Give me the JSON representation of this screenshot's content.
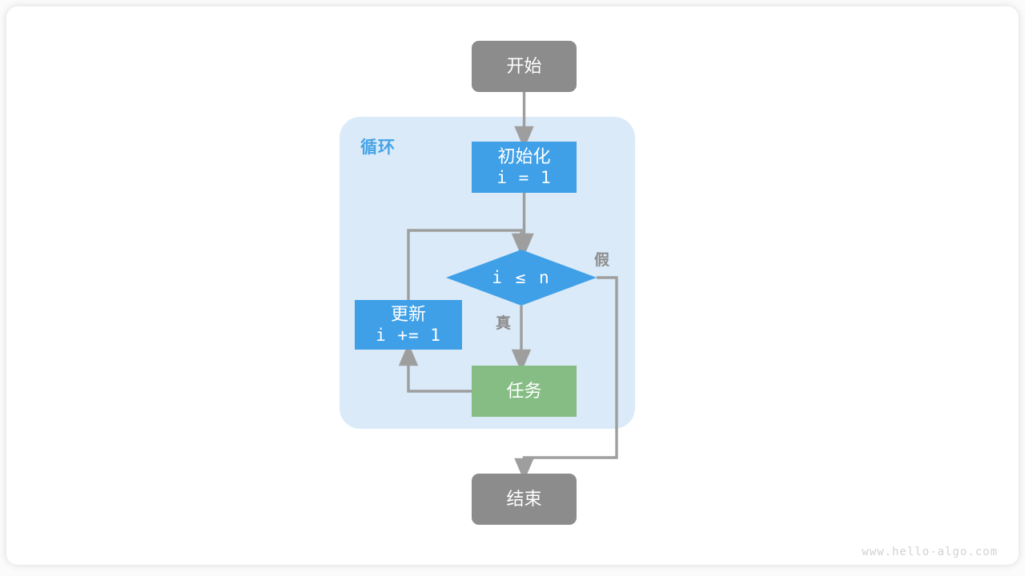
{
  "page": {
    "background_color": "#fbfbfb",
    "card_color": "#ffffff",
    "watermark": "www.hello-algo.com"
  },
  "palette": {
    "terminal_gray": "#8c8c8c",
    "process_blue": "#3fa0e8",
    "task_green": "#85bd85",
    "loop_background": "#daeaf8",
    "loop_label_blue": "#46a3e8",
    "edge_gray": "#9e9e9e",
    "text_white": "#ffffff",
    "watermark_gray": "#d2d2d2"
  },
  "diagram": {
    "type": "flowchart",
    "title": "for loop flowchart",
    "loop_container": {
      "label": "循环"
    },
    "nodes": [
      {
        "id": "start",
        "label": "开始",
        "shape": "rounded-rect",
        "color": "#8c8c8c"
      },
      {
        "id": "init",
        "label": "初始化",
        "code": "i = 1",
        "shape": "rect",
        "color": "#3fa0e8"
      },
      {
        "id": "cond",
        "label": "i ≤ n",
        "shape": "diamond",
        "color": "#3fa0e8"
      },
      {
        "id": "update",
        "label": "更新",
        "code": "i += 1",
        "shape": "rect",
        "color": "#3fa0e8"
      },
      {
        "id": "task",
        "label": "任务",
        "shape": "rect",
        "color": "#85bd85"
      },
      {
        "id": "end",
        "label": "结束",
        "shape": "rounded-rect",
        "color": "#8c8c8c"
      }
    ],
    "edges": [
      {
        "from": "start",
        "to": "init",
        "label": ""
      },
      {
        "from": "init",
        "to": "cond",
        "label": ""
      },
      {
        "from": "cond",
        "to": "task",
        "label": "真"
      },
      {
        "from": "cond",
        "to": "end",
        "label": "假"
      },
      {
        "from": "task",
        "to": "update",
        "label": ""
      },
      {
        "from": "update",
        "to": "cond",
        "label": ""
      }
    ],
    "edge_labels": {
      "true": "真",
      "false": "假"
    }
  }
}
